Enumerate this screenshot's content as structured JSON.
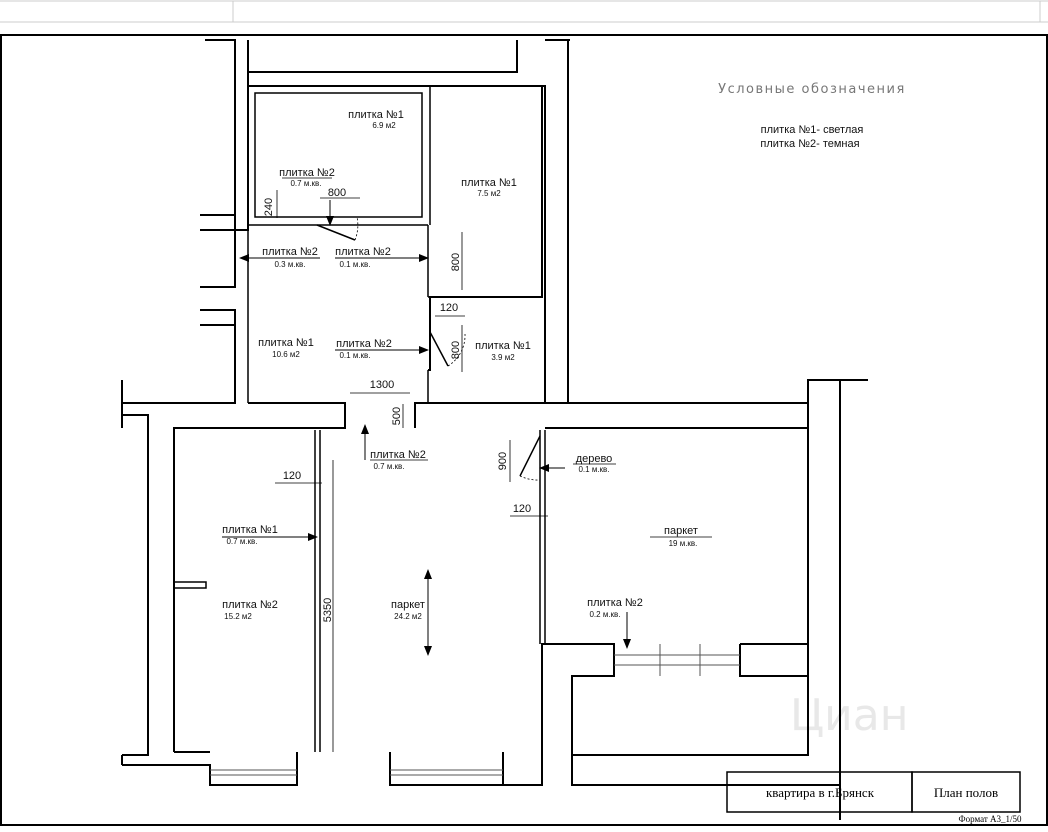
{
  "legend": {
    "title": "Условные обозначения",
    "items": [
      "плитка №1- светлая",
      "плитка №2- темная"
    ]
  },
  "rooms": [
    {
      "id": "bath-top",
      "name": "плитка №1",
      "area": "6.9 м2"
    },
    {
      "id": "bath-threshold",
      "name": "плитка №2",
      "area": "0.7 м.кв."
    },
    {
      "id": "wc-top",
      "name": "плитка №1",
      "area": "7.5 м2"
    },
    {
      "id": "hall-entry",
      "name": "плитка №2",
      "area": "0.3 м.кв."
    },
    {
      "id": "hall-threshold-1",
      "name": "плитка №2",
      "area": "0.1 м.кв."
    },
    {
      "id": "hall",
      "name": "плитка №1",
      "area": "10.6 м2"
    },
    {
      "id": "hall-threshold-2",
      "name": "плитка №2",
      "area": "0.1 м.кв."
    },
    {
      "id": "wc-small",
      "name": "плитка №1",
      "area": "3.9 м2"
    },
    {
      "id": "living-threshold",
      "name": "плитка №2",
      "area": "0.7 м.кв."
    },
    {
      "id": "bedroom-threshold",
      "name": "дерево",
      "area": "0.1 м.кв."
    },
    {
      "id": "bedroom",
      "name": "паркет",
      "area": "19 м.кв."
    },
    {
      "id": "kitchen-threshold",
      "name": "плитка №1",
      "area": "0.7 м.кв."
    },
    {
      "id": "kitchen",
      "name": "плитка №2",
      "area": "15.2 м2"
    },
    {
      "id": "living",
      "name": "паркет",
      "area": "24.2 м2"
    },
    {
      "id": "balcony-threshold",
      "name": "плитка №2",
      "area": "0.2 м.кв."
    }
  ],
  "dimensions": {
    "d240": "240",
    "d800a": "800",
    "d800b": "800",
    "d120a": "120",
    "d800c": "800",
    "d1300": "1300",
    "d500": "500",
    "d900": "900",
    "d120b": "120",
    "d120c": "120",
    "d5350": "5350"
  },
  "title_block": {
    "project": "квартира в г.Брянск",
    "sheet": "План полов",
    "format": "Формат А3_1/50"
  },
  "watermark": "Циан",
  "colors": {
    "wall": "#000000",
    "line": "#111111",
    "frame": "#000000"
  }
}
